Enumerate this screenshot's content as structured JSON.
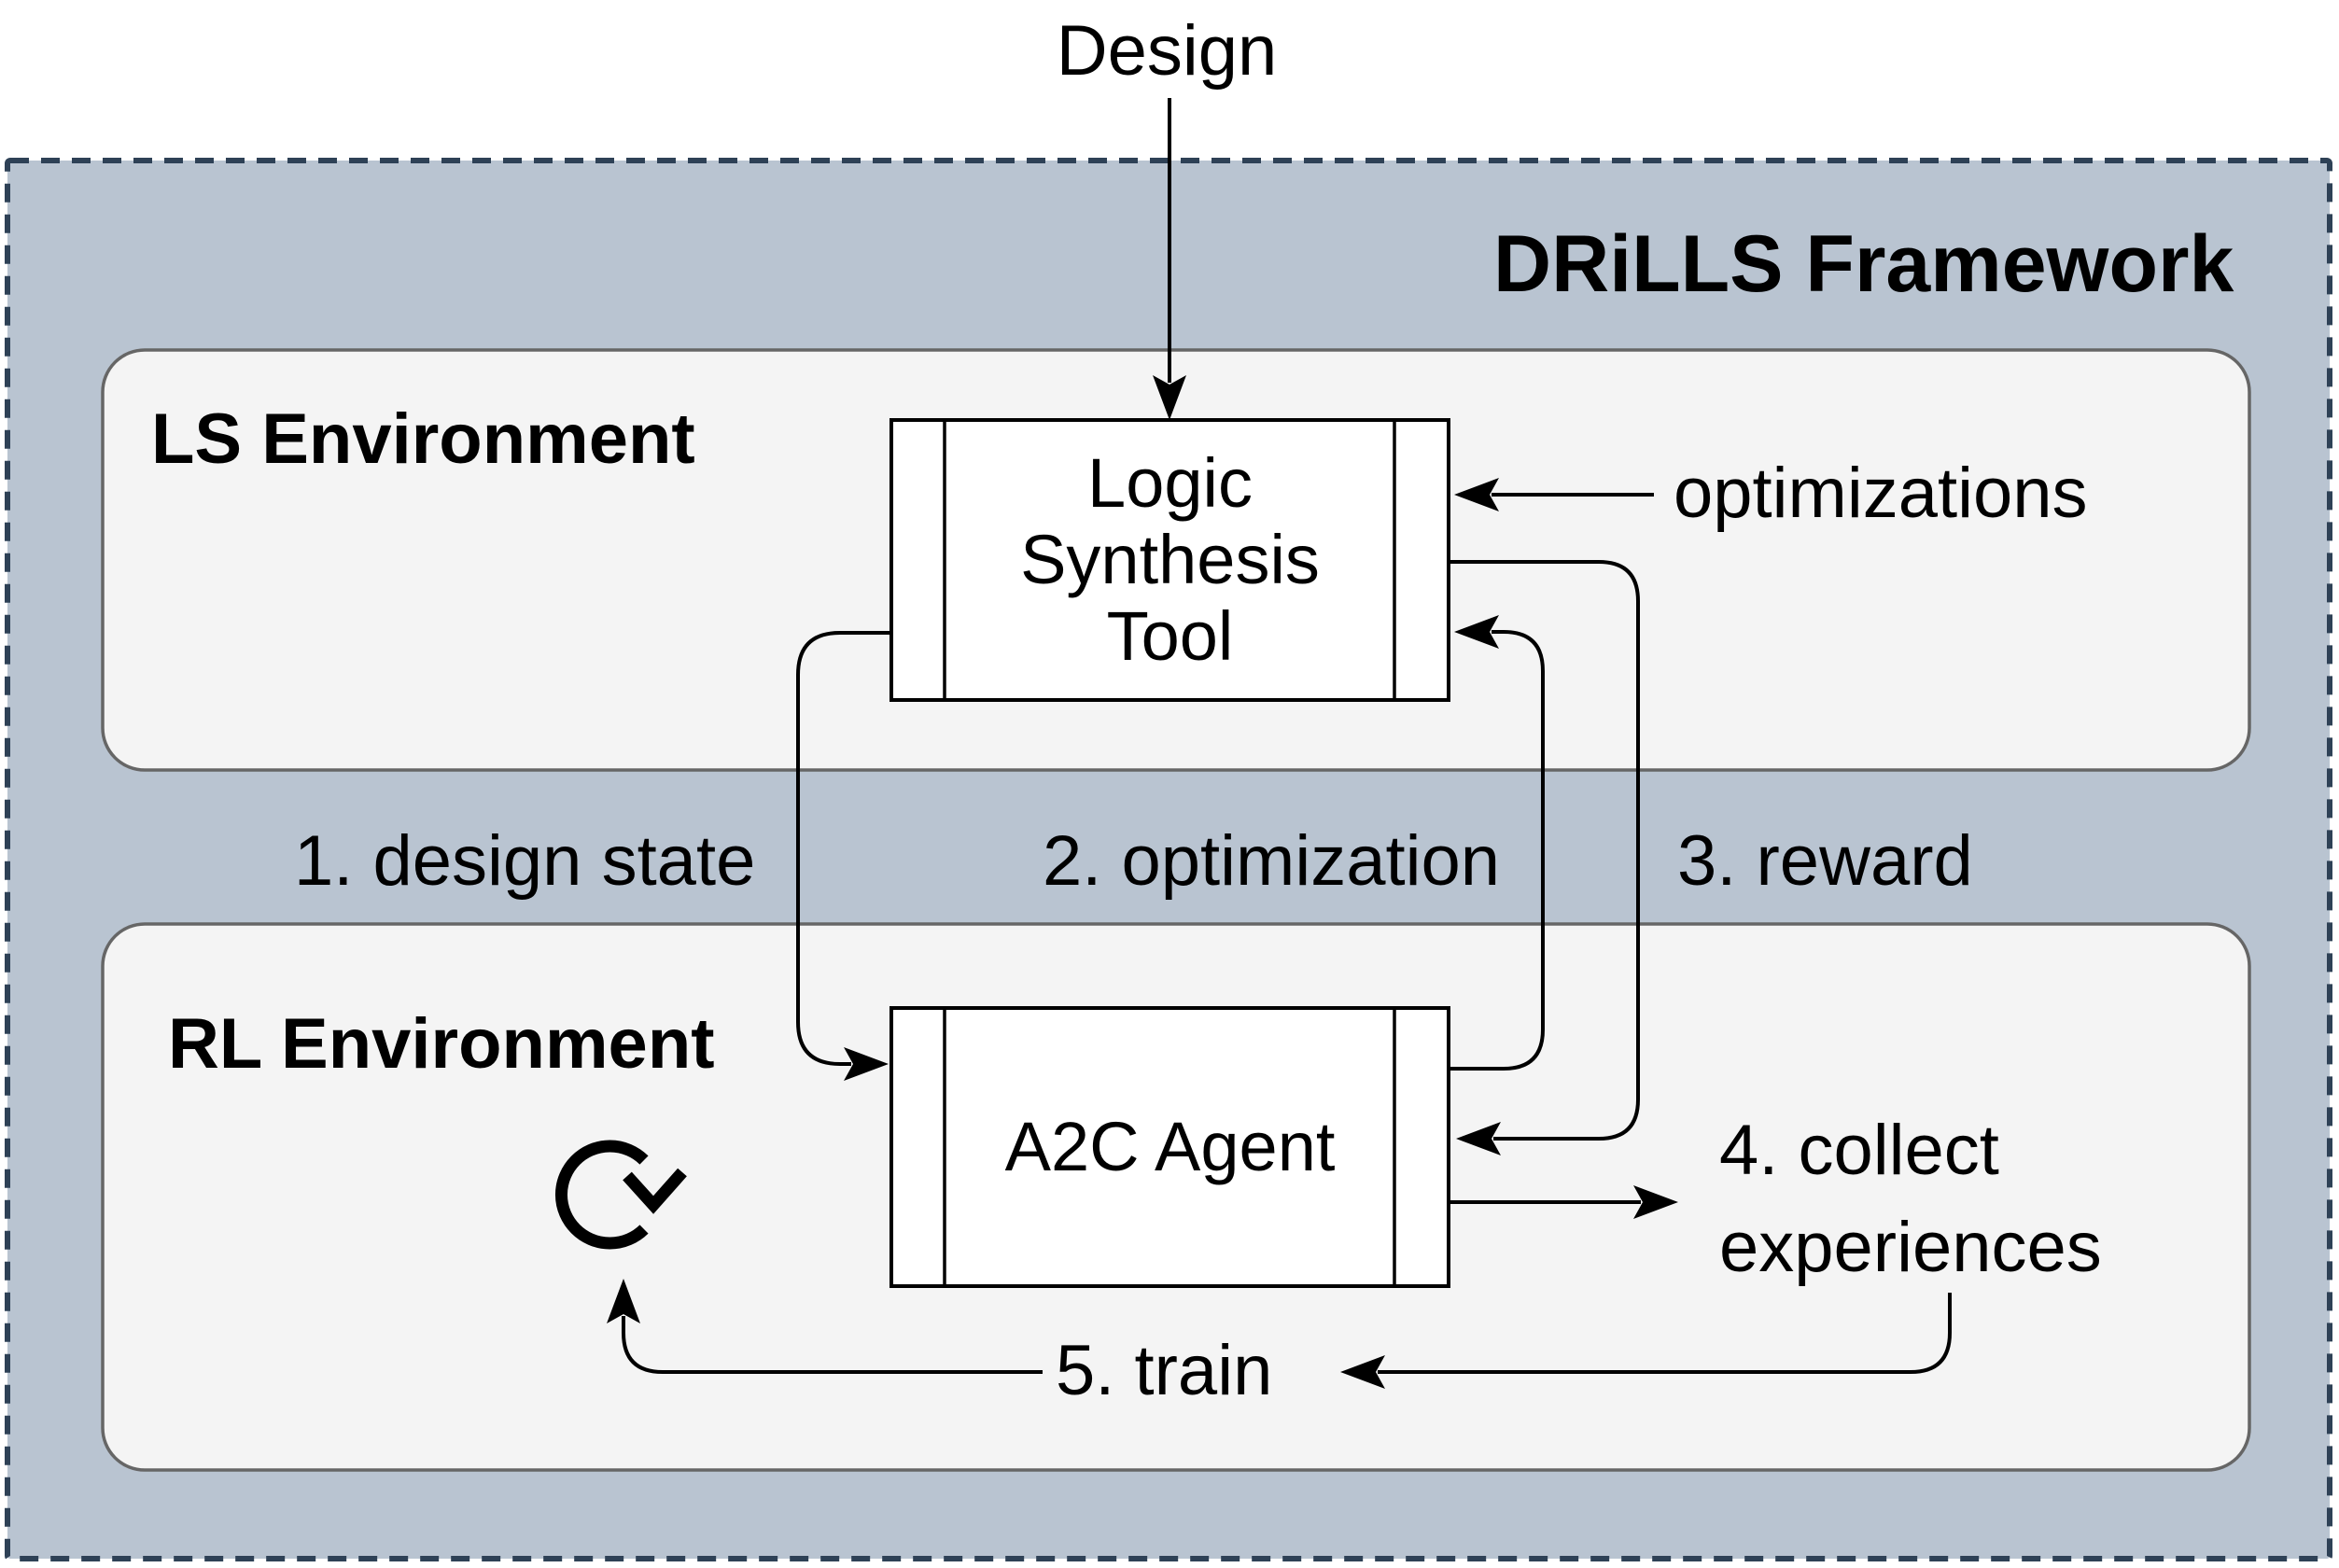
{
  "design_input_label": "Design",
  "frame": {
    "title": "DRiLLS Framework"
  },
  "ls_env": {
    "label": "LS Environment",
    "tool_lines": [
      "Logic",
      "Synthesis",
      "Tool"
    ],
    "optimizations_label": "optimizations"
  },
  "rl_env": {
    "label": "RL Environment",
    "agent_label": "A2C Agent"
  },
  "flow": {
    "step1": "1. design state",
    "step2": "2. optimization",
    "step3": "3. reward",
    "step4_line1": "4. collect",
    "step4_line2": "experiences",
    "step5": "5. train"
  },
  "icons": {
    "loop": "clockwise-refresh-arrow"
  },
  "colors": {
    "page_bg": "#ffffff",
    "frame_fill": "#b9c4d1",
    "frame_border": "#2e4156",
    "env_fill": "#f4f4f4",
    "env_border": "#666666",
    "node_fill": "#ffffff",
    "node_border": "#000000",
    "line": "#000000",
    "text": "#000000"
  }
}
